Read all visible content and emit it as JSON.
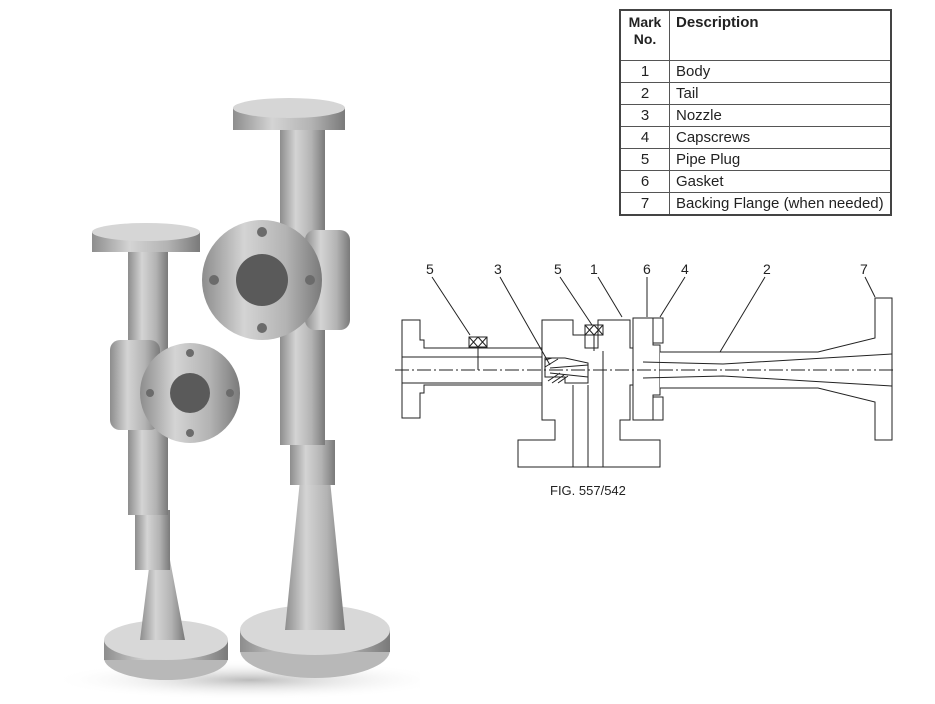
{
  "table": {
    "header_mark": "Mark No.",
    "header_mark_line1": "Mark",
    "header_mark_line2": "No.",
    "header_description": "Description",
    "rows": [
      {
        "mark": "1",
        "description": "Body"
      },
      {
        "mark": "2",
        "description": "Tail"
      },
      {
        "mark": "3",
        "description": "Nozzle"
      },
      {
        "mark": "4",
        "description": "Capscrews"
      },
      {
        "mark": "5",
        "description": "Pipe Plug"
      },
      {
        "mark": "6",
        "description": "Gasket"
      },
      {
        "mark": "7",
        "description": "Backing Flange (when needed)"
      }
    ]
  },
  "drawing": {
    "callouts": [
      "5",
      "3",
      "5",
      "1",
      "6",
      "4",
      "2",
      "7"
    ],
    "caption": "FIG. 557/542"
  }
}
